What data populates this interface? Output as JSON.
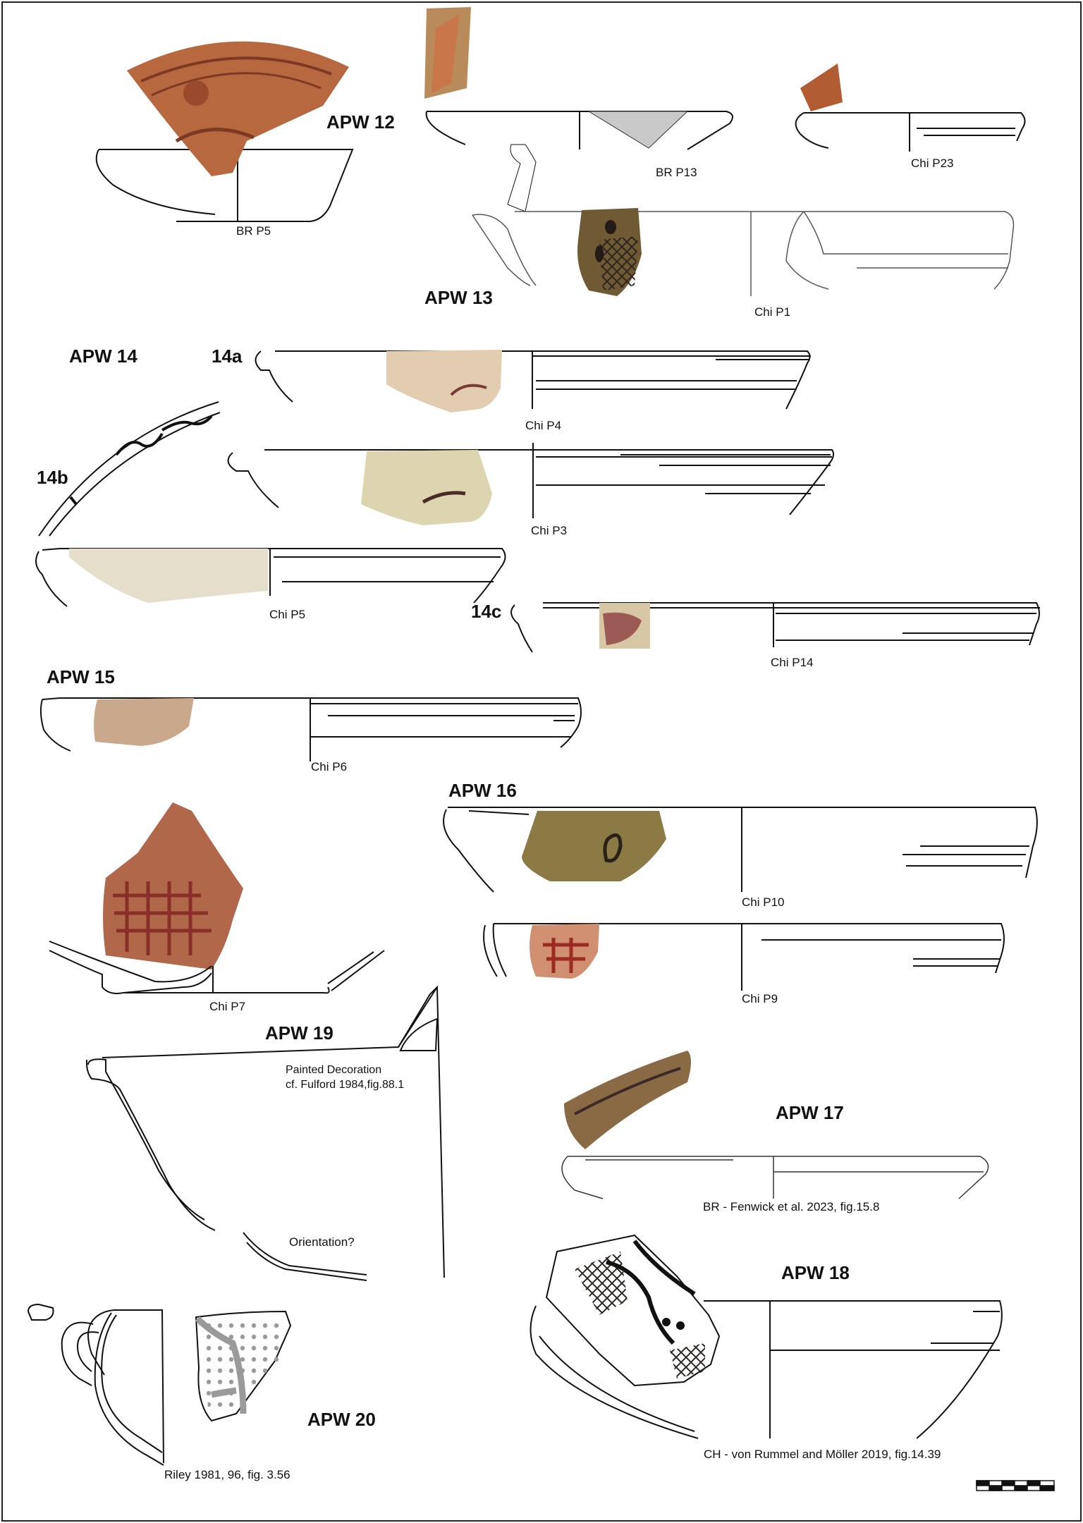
{
  "figure": {
    "labels": {
      "apw12": "APW 12",
      "apw13": "APW 13",
      "apw14": "APW 14",
      "apw15": "APW 15",
      "apw16": "APW 16",
      "apw17": "APW 17",
      "apw18": "APW 18",
      "apw19": "APW 19",
      "apw20": "APW 20",
      "s14a": "14a",
      "s14b": "14b",
      "s14c": "14c"
    },
    "captions": {
      "br_p5": "BR P5",
      "br_p13": "BR P13",
      "chi_p23": "Chi P23",
      "chi_p1": "Chi P1",
      "chi_p4": "Chi P4",
      "chi_p3": "Chi P3",
      "chi_p5": "Chi P5",
      "chi_p14": "Chi P14",
      "chi_p6": "Chi P6",
      "chi_p10": "Chi P10",
      "chi_p9": "Chi P9",
      "chi_p7": "Chi P7",
      "painted": "Painted Decoration\ncf. Fulford 1984,fig.88.1",
      "orientation": "Orientation?",
      "fenwick": "BR - Fenwick et al. 2023, fig.15.8",
      "rummel": "CH - von Rummel and Möller 2019, fig.14.39",
      "riley": "Riley 1981, 96, fig. 3.56"
    },
    "colors": {
      "border": "#222222",
      "line": "#111111",
      "sherd_red": "#b8683f",
      "sherd_buff": "#e4d7bd",
      "sherd_olive": "#8c7a45",
      "paint_dark": "#3a2a26",
      "grey_fill": "#9a9a9a"
    }
  }
}
